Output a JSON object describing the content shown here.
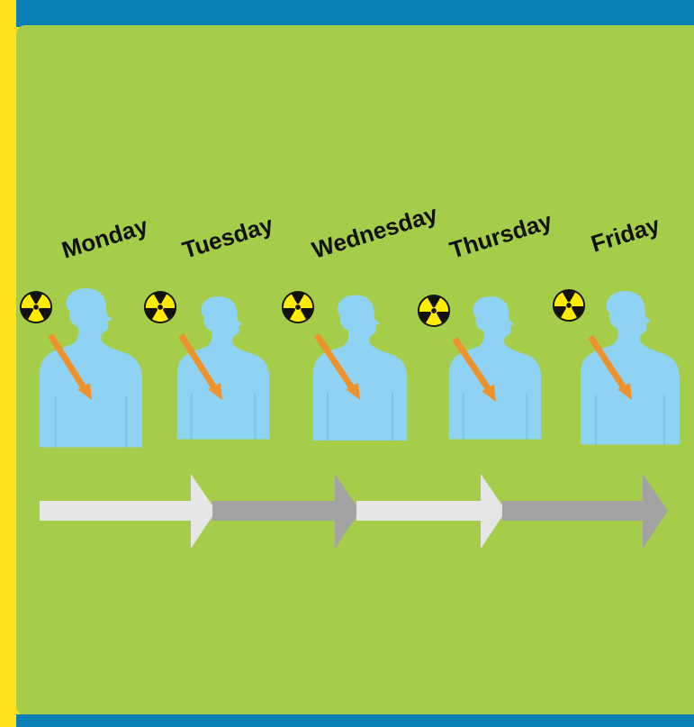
{
  "days": [
    "Monday",
    "Tuesday",
    "Wednesday",
    "Thursday",
    "Friday"
  ],
  "colors": {
    "background_yellow": "#ffe01b",
    "bar_blue": "#0a7fb3",
    "panel_green": "#a6cd4a",
    "figure_blue": "#8fd3f4",
    "dose_arrow_orange": "#f0922b",
    "timeline_light": "#e6e6e6",
    "timeline_dark": "#a3a3a3",
    "radiation_yellow": "#ffec00",
    "radiation_black": "#111111"
  },
  "icons": {
    "radiation": "radiation-trefoil-icon",
    "person": "person-silhouette",
    "dose": "dose-arrow",
    "timeline": "timeline-arrow"
  }
}
